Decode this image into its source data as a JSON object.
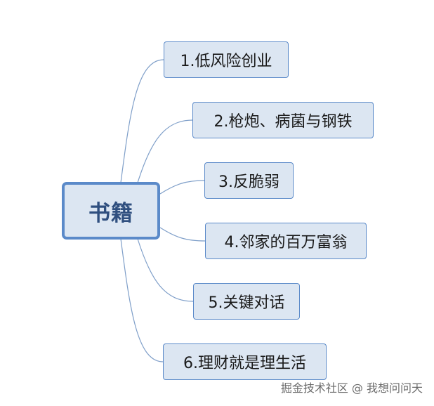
{
  "mindmap": {
    "central_topic": "书籍",
    "branches": [
      {
        "label": "1.低风险创业"
      },
      {
        "label": "2.枪炮、病菌与钢铁"
      },
      {
        "label": "3.反脆弱"
      },
      {
        "label": "4.邻家的百万富翁"
      },
      {
        "label": "5.关键对话"
      },
      {
        "label": "6.理财就是理生活"
      }
    ]
  },
  "watermark": {
    "text": "掘金技术社区 @ 我想问问天"
  },
  "colors": {
    "node_fill": "#dce6f2",
    "node_border": "#5b8ac9",
    "connector": "#7f9fc9",
    "central_text": "#2f4f7f"
  }
}
